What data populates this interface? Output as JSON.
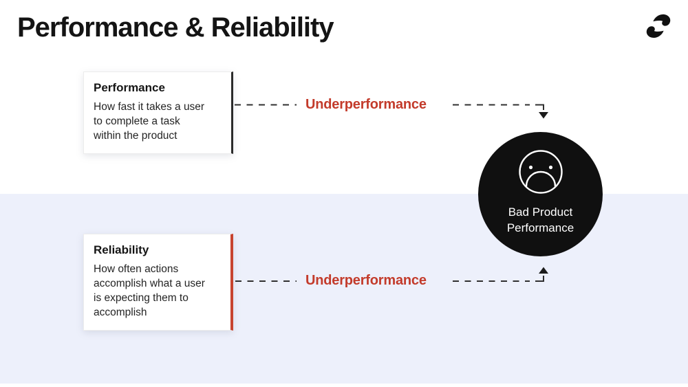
{
  "header": {
    "title": "Performance & Reliability",
    "logo": "brand-logo-icon"
  },
  "cards": [
    {
      "id": "performance",
      "title": "Performance",
      "description": "How fast it takes a user\nto complete a task\nwithin  the product",
      "accent_color": "#2b2b2b"
    },
    {
      "id": "reliability",
      "title": "Reliability",
      "description": "How often actions\naccomplish what a user\nis expecting them to\naccomplish",
      "accent_color": "#c7432f"
    }
  ],
  "connectors": [
    {
      "id": "top",
      "label": "Underperformance"
    },
    {
      "id": "bottom",
      "label": "Underperformance"
    }
  ],
  "result_node": {
    "icon": "sad-face-icon",
    "label": "Bad Product\nPerformance",
    "background": "#101010",
    "text_color": "#ffffff"
  },
  "colors": {
    "accent_red_text": "#c33b2b",
    "connector_line": "#2f2f2f",
    "band_bottom": "#edf0fb",
    "background_top": "#ffffff"
  }
}
